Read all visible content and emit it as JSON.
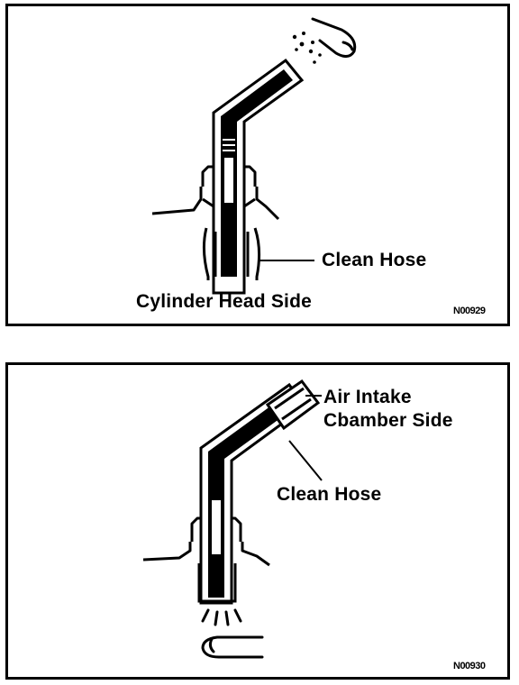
{
  "figures": [
    {
      "labels": {
        "hose": "Clean Hose",
        "side": "Cylinder Head Side"
      },
      "code": "N00929",
      "icons": [
        "finger-icon",
        "air-spray-icon"
      ]
    },
    {
      "labels": {
        "side_line1": "Air Intake",
        "side_line2": "Cbamber Side",
        "hose": "Clean Hose"
      },
      "code": "N00930",
      "icons": [
        "finger-icon",
        "air-spray-icon"
      ]
    }
  ]
}
